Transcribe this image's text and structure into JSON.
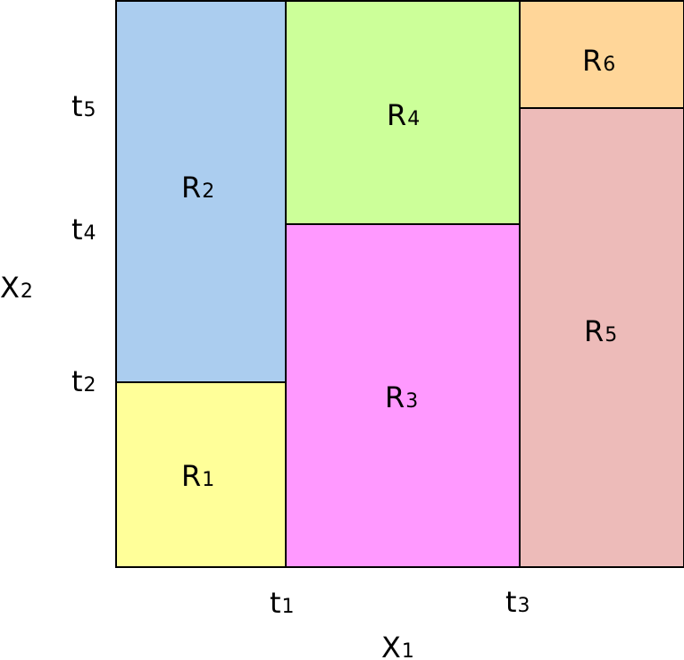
{
  "axes": {
    "x_label": {
      "base": "X",
      "sub": "1"
    },
    "y_label": {
      "base": "X",
      "sub": "2"
    }
  },
  "x_ticks": [
    {
      "base": "t",
      "sub": "1"
    },
    {
      "base": "t",
      "sub": "3"
    }
  ],
  "y_ticks": [
    {
      "base": "t",
      "sub": "5"
    },
    {
      "base": "t",
      "sub": "4"
    },
    {
      "base": "t",
      "sub": "2"
    }
  ],
  "regions": [
    {
      "base": "R",
      "sub": "1",
      "color": "#FFFF99"
    },
    {
      "base": "R",
      "sub": "2",
      "color": "#ABCDEF"
    },
    {
      "base": "R",
      "sub": "3",
      "color": "#FF99FF"
    },
    {
      "base": "R",
      "sub": "4",
      "color": "#CCFF99"
    },
    {
      "base": "R",
      "sub": "5",
      "color": "#EDBBB9"
    },
    {
      "base": "R",
      "sub": "6",
      "color": "#FFD699"
    }
  ]
}
